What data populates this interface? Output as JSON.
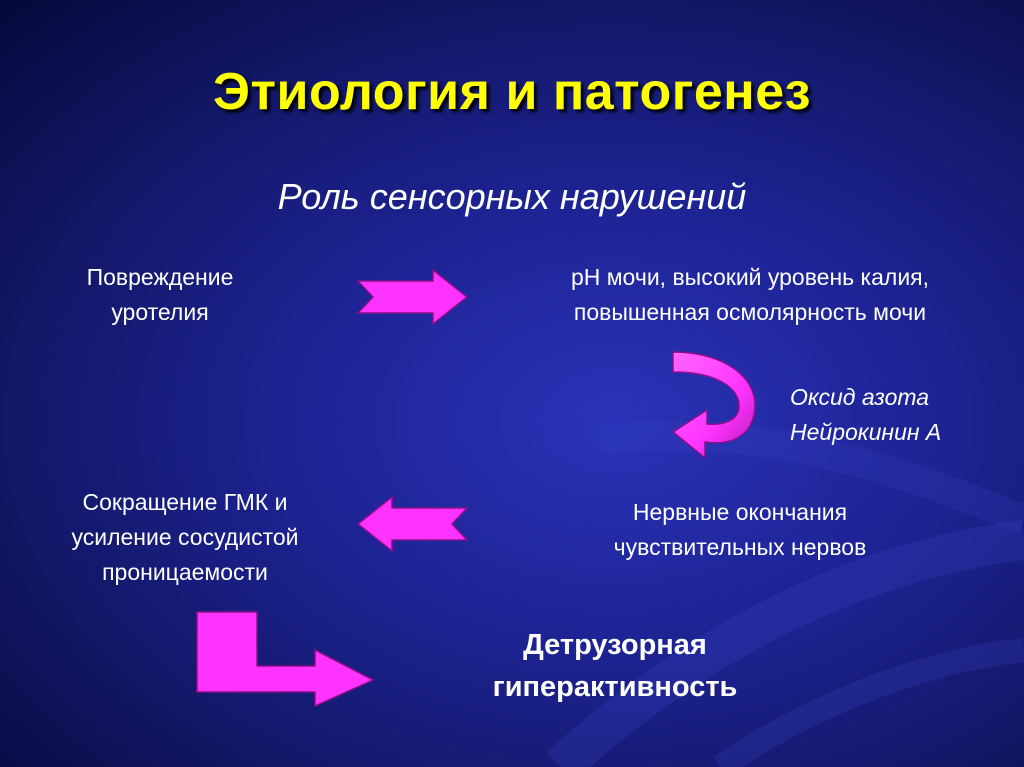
{
  "title": "Этиология и патогенез",
  "subtitle": "Роль сенсорных нарушений",
  "nodes": {
    "urothelium_damage": {
      "lines": [
        "Повреждение",
        "уротелия"
      ]
    },
    "urine_factors": {
      "lines": [
        "рН мочи, высокий уровень калия,",
        "повышенная осмолярность мочи"
      ]
    },
    "mediators": {
      "lines": [
        "Оксид азота",
        "Нейрокинин А"
      ]
    },
    "nerve_endings": {
      "lines": [
        "Нервные окончания",
        "чувствительных нервов"
      ]
    },
    "smooth_muscle": {
      "lines": [
        "Сокращение ГМК  и",
        "усиление сосудистой",
        "проницаемости"
      ]
    },
    "result": {
      "lines": [
        "Детрузорная",
        "гиперактивность"
      ]
    }
  },
  "colors": {
    "title": "#ffff00",
    "text": "#ffffff",
    "arrow": "#ff33ff",
    "background": "#1e2496"
  }
}
